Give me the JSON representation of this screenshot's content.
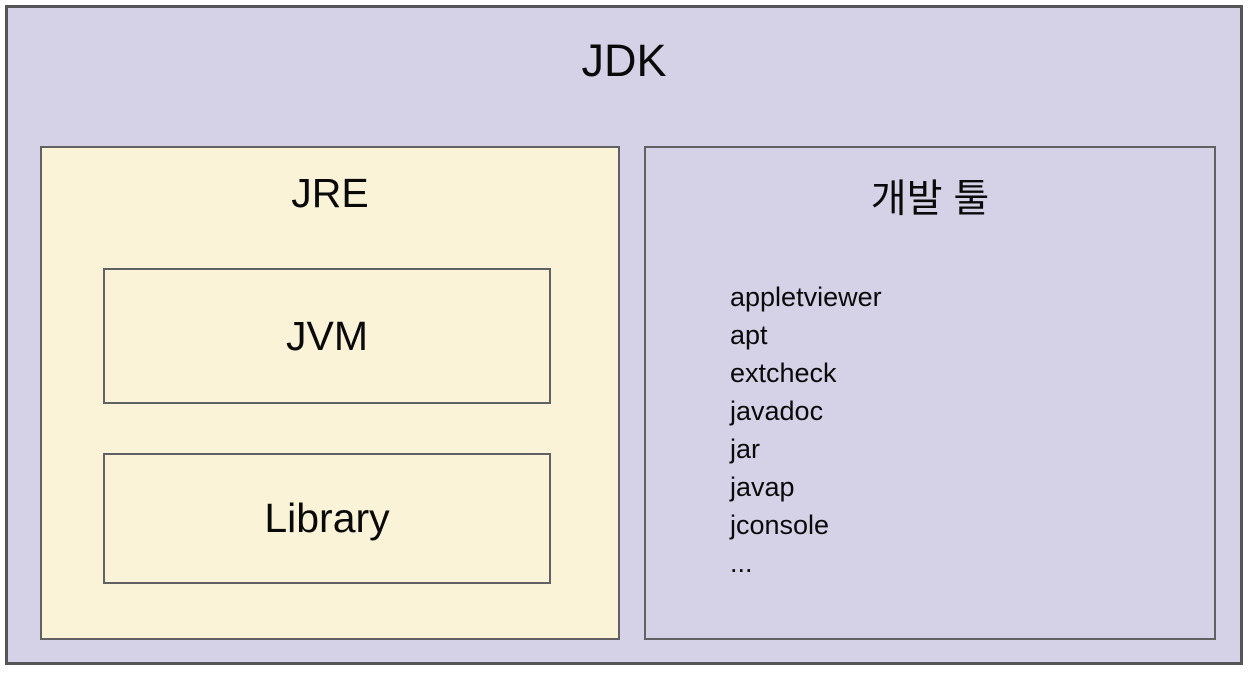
{
  "diagram": {
    "title": "JDK",
    "jre": {
      "title": "JRE",
      "jvm_label": "JVM",
      "library_label": "Library"
    },
    "dev_tools": {
      "title": "개발 툴",
      "items": [
        "appletviewer",
        "apt",
        "extcheck",
        "javadoc",
        "jar",
        "javap",
        "jconsole",
        "..."
      ]
    },
    "colors": {
      "outer_box_bg": "#d5d1e6",
      "jre_box_bg": "#faf3d7",
      "border": "#616164",
      "text": "#0a0a0a"
    }
  }
}
